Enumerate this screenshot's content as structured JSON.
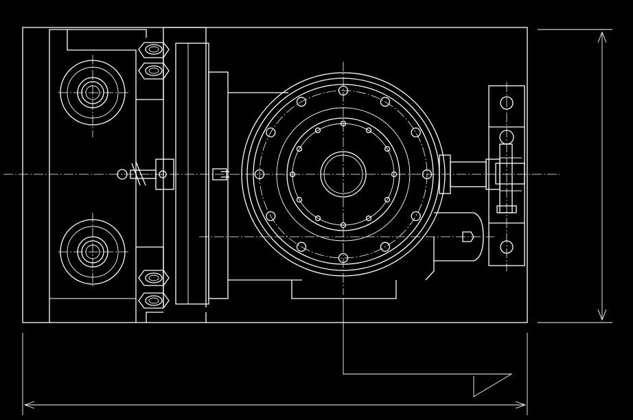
{
  "drawing": {
    "style": {
      "background": "#000000",
      "line": "#ffffff"
    },
    "components": [
      "base-plate",
      "left-clamp-block",
      "left-upper-bearing",
      "left-lower-bearing",
      "hex-nut-upper-1",
      "hex-nut-upper-2",
      "hex-nut-lower-1",
      "hex-nut-lower-2",
      "index-plunger",
      "vertical-clamp-plate",
      "rotary-table",
      "worm-drive-housing",
      "right-bracket",
      "dimension-width",
      "dimension-height",
      "section-arrow"
    ]
  }
}
